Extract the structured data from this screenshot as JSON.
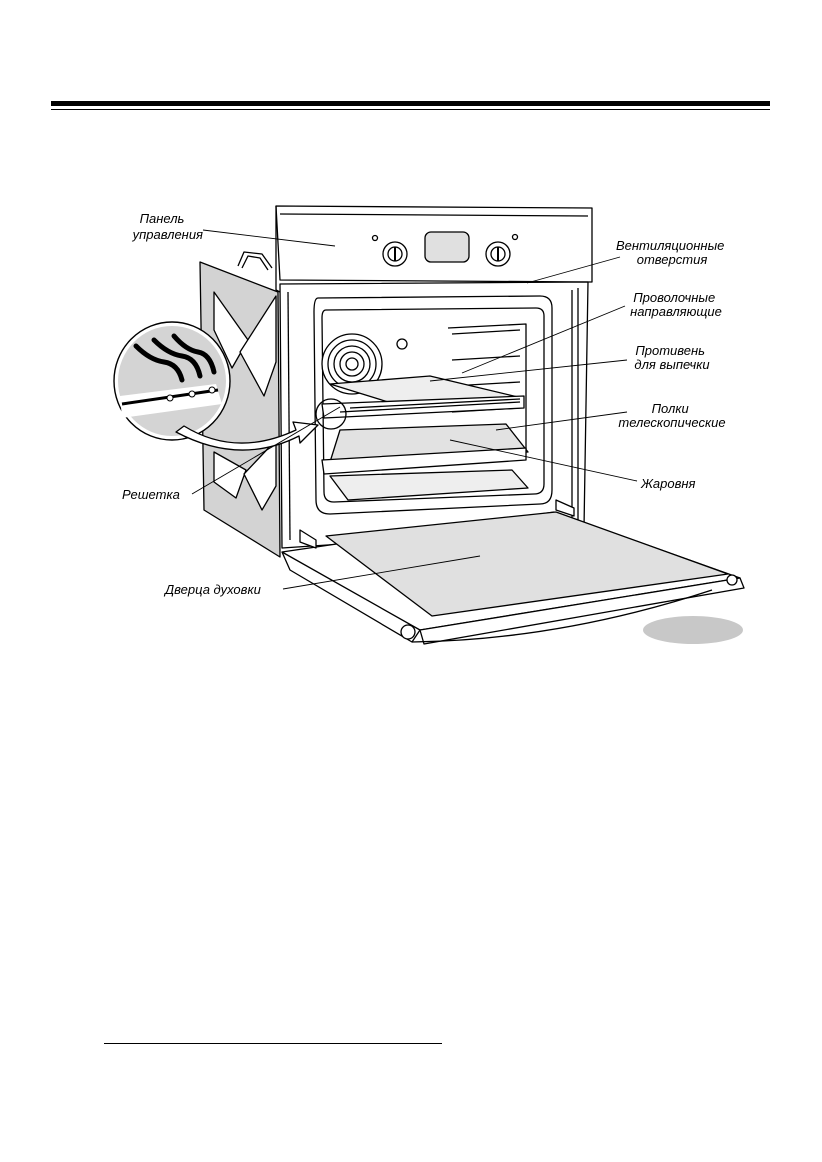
{
  "labels": {
    "control_panel": [
      "Панель",
      "управления"
    ],
    "vents": [
      "Вентиляционные",
      "отверстия"
    ],
    "wire_guides": [
      "Проволочные",
      "направляющие"
    ],
    "baking_tray": [
      "Противень",
      "для выпечки"
    ],
    "telescopic_shelves": [
      "Полки",
      "телескопические"
    ],
    "roasting_pan": "Жаровня",
    "grill_rack": "Решетка",
    "oven_door": "Дверца духовки"
  }
}
